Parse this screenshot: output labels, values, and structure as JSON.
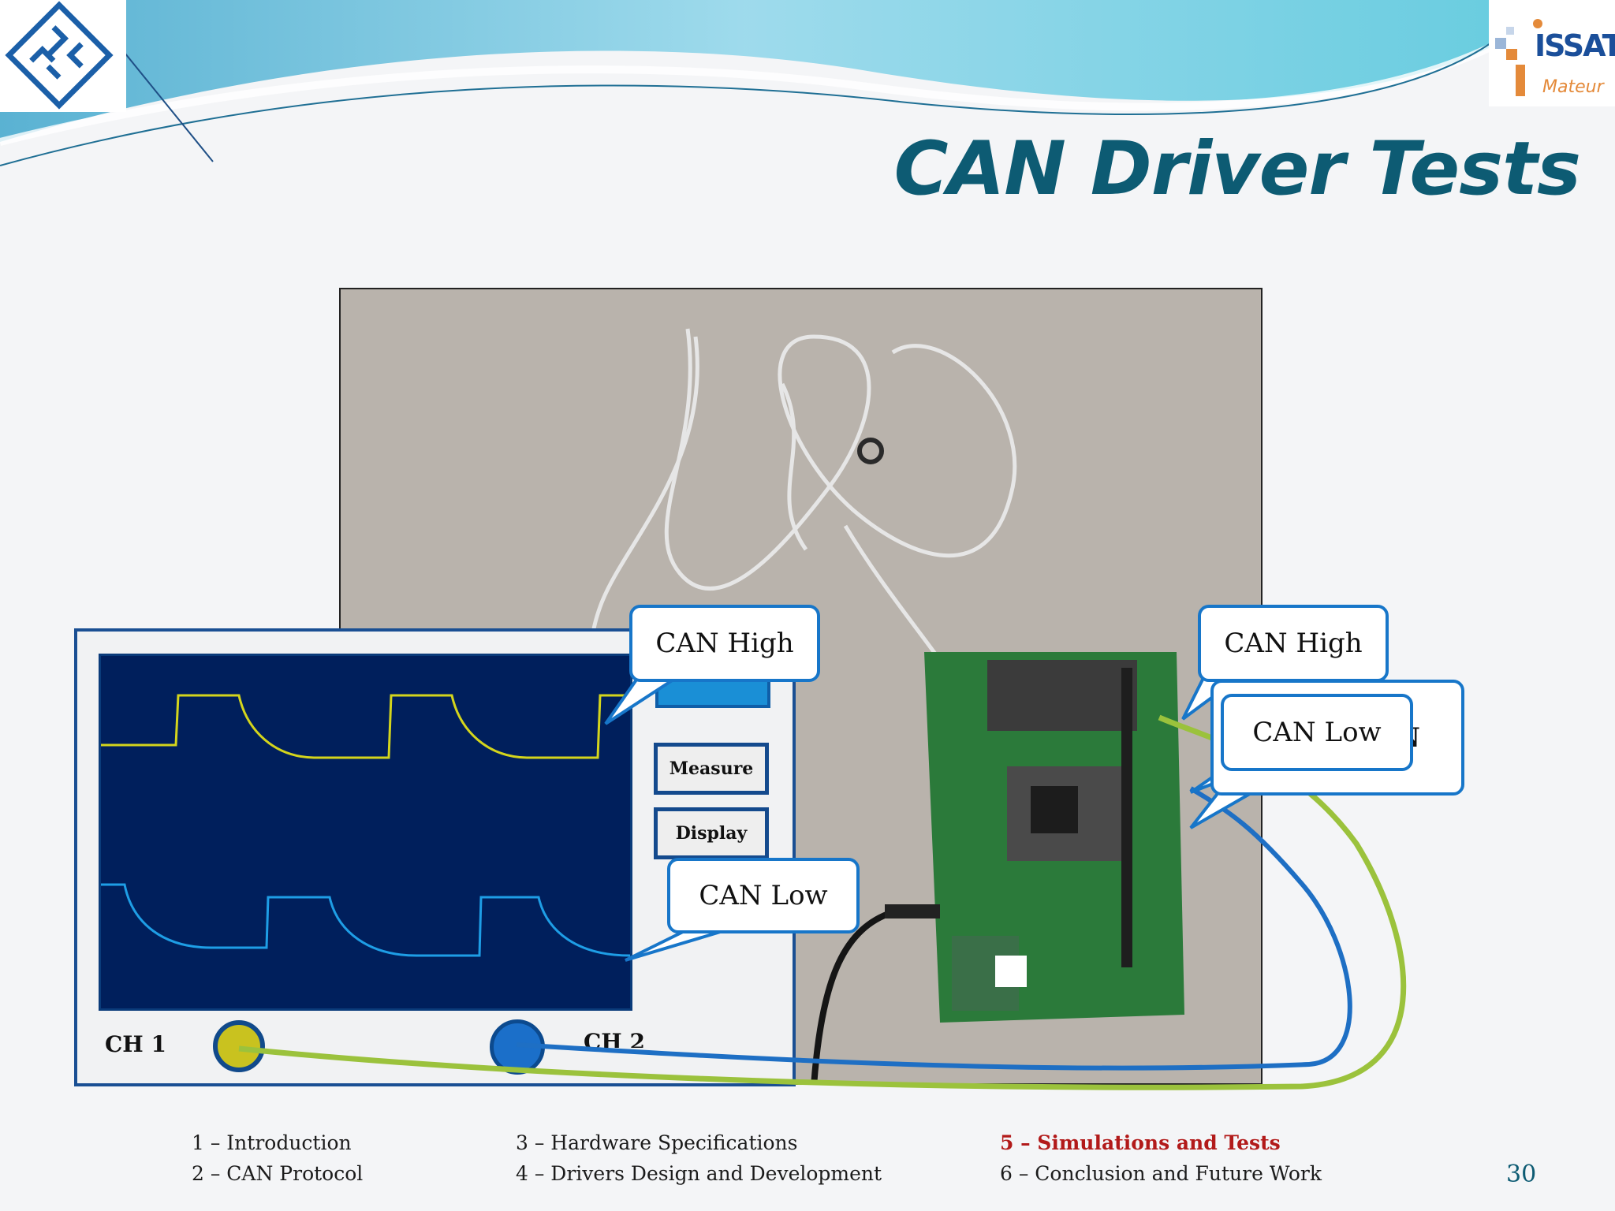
{
  "slide": {
    "title": "CAN Driver Tests",
    "page_number": "30"
  },
  "oscilloscope": {
    "side_buttons": [
      "Measure",
      "Display"
    ],
    "channel_1_label": "CH 1",
    "channel_2_label": "CH 2",
    "colors": {
      "ch1": "#c9c21f",
      "ch2": "#1b6fc9",
      "screen": "#001f5c"
    }
  },
  "callouts": {
    "scope_can_high": "CAN High",
    "scope_can_low": "CAN Low",
    "board_can_high": "CAN High",
    "board_can_low": "CAN Low",
    "board_partial": "N"
  },
  "navigation": {
    "items": [
      {
        "label": "1 – Introduction",
        "active": false
      },
      {
        "label": "2 – CAN Protocol",
        "active": false
      },
      {
        "label": "3 – Hardware Specifications",
        "active": false
      },
      {
        "label": "4 – Drivers Design and Development",
        "active": false
      },
      {
        "label": "5 – Simulations and Tests",
        "active": true
      },
      {
        "label": "6 – Conclusion and Future Work",
        "active": false
      }
    ]
  },
  "logos": {
    "right_text_1": "ISSAT",
    "right_text_2": "Mateur"
  }
}
